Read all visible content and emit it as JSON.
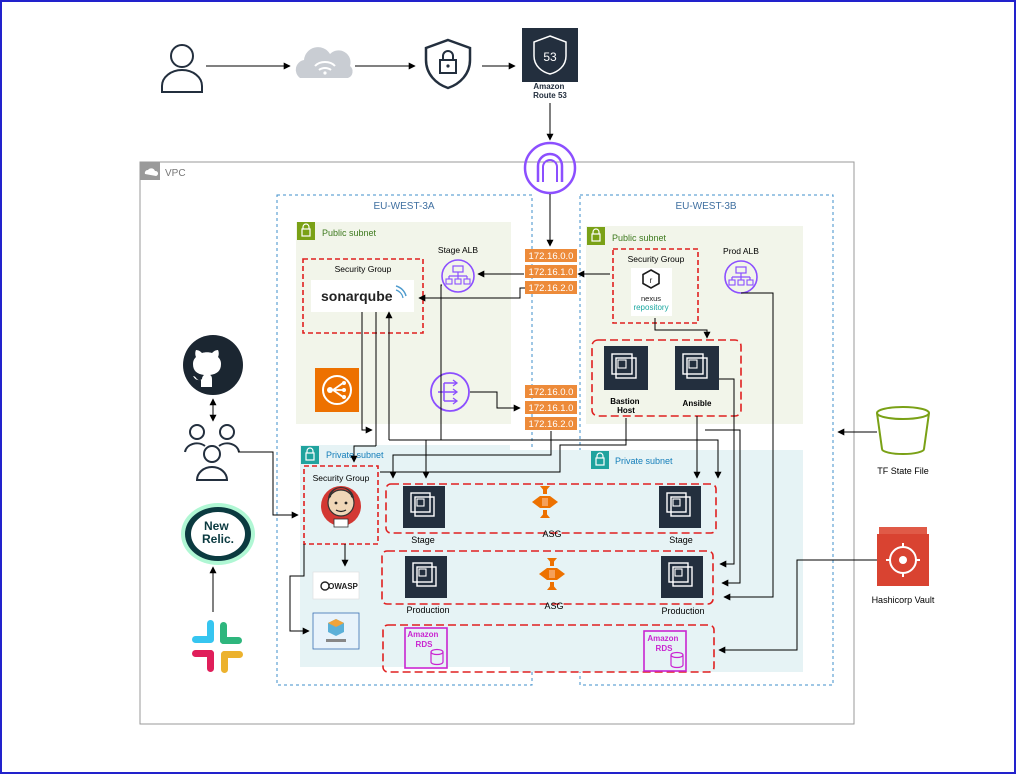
{
  "labels": {
    "route53": "Amazon\nRoute 53",
    "route53_shield": "53",
    "vpc": "VPC",
    "az_a": "EU-WEST-3A",
    "az_b": "EU-WEST-3B",
    "public_subnet_a": "Public subnet",
    "public_subnet_b": "Public subnet",
    "private_subnet_a": "Private subnet",
    "private_subnet_b": "Private subnet",
    "stage_alb": "Stage ALB",
    "prod_alb": "Prod ALB",
    "sg_sonarqube": "Security Group",
    "sg_nexus": "Security Group",
    "sg_jenkins": "Security Group",
    "sonarqube": "sonarqube",
    "nexus_line1": "nexus",
    "nexus_line2": "repository",
    "bastion": "Bastion\nHost",
    "ansible": "Ansible",
    "stage_left": "Stage",
    "stage_right": "Stage",
    "asg_1": "ASG",
    "asg_2": "ASG",
    "production_left": "Production",
    "production_right": "Production",
    "tf_state": "TF State File",
    "vault": "Hashicorp Vault",
    "rds_1": "Amazon\nRDS",
    "rds_2": "Amazon\nRDS",
    "new_relic": "New\nRelic.",
    "owasp": "OWASP"
  },
  "routes_top": [
    "172.16.0.0",
    "172.16.1.0",
    "172.16.2.0"
  ],
  "routes_bottom": [
    "172.16.0.0",
    "172.16.1.0",
    "172.16.2.0"
  ],
  "colors": {
    "frame": "#2222cc",
    "aws_orange": "#ED7100",
    "aws_dark": "#232F3E",
    "purple": "#8C4FFF",
    "sg_red": "#E02020",
    "public_green": "#F2F5EA",
    "private_blue": "#E6F3F5",
    "az_border": "#3F8FCB",
    "green_icon": "#7AA116",
    "route_orange": "#ED8B3A",
    "rds_magenta": "#C925D1"
  }
}
